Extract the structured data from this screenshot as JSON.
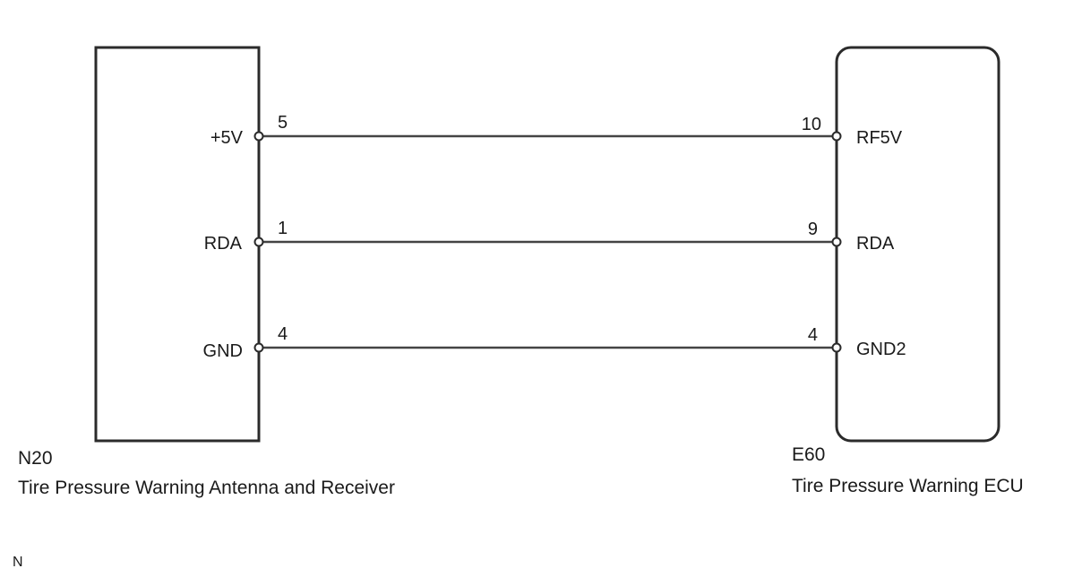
{
  "left_component": {
    "code": "N20",
    "name": "Tire Pressure Warning Antenna and Receiver",
    "pins": [
      {
        "signal": "+5V",
        "pin": "5"
      },
      {
        "signal": "RDA",
        "pin": "1"
      },
      {
        "signal": "GND",
        "pin": "4"
      }
    ]
  },
  "right_component": {
    "code": "E60",
    "name": "Tire Pressure Warning ECU",
    "pins": [
      {
        "signal": "RF5V",
        "pin": "10"
      },
      {
        "signal": "RDA",
        "pin": "9"
      },
      {
        "signal": "GND2",
        "pin": "4"
      }
    ]
  },
  "footer_mark": "N"
}
